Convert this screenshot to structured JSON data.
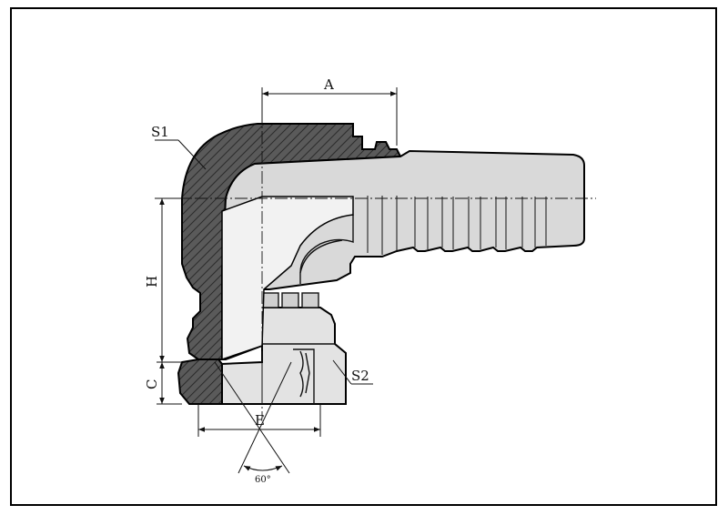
{
  "drawing": {
    "labels": {
      "A": "A",
      "H": "H",
      "C": "C",
      "E": "E",
      "S1": "S1",
      "S2": "S2",
      "angle": "60°"
    }
  }
}
